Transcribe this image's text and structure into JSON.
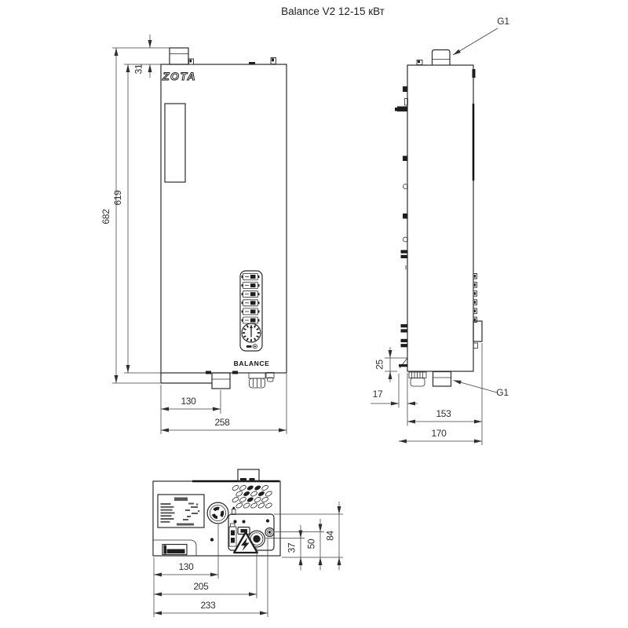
{
  "title": "Balance V2 12-15 кВт",
  "front_view": {
    "logo": "ZOTA",
    "panel_label": "BALANCE",
    "dimensions": {
      "stub_height": "31",
      "door_height": "619",
      "total_height": "682",
      "outlet_offset": "130",
      "width": "258"
    }
  },
  "side_view": {
    "top_port_label": "G1",
    "bottom_port_label": "G1",
    "dimensions": {
      "foot_height": "25",
      "bracket_depth": "17",
      "body_depth": "153",
      "total_depth": "170"
    }
  },
  "bottom_view": {
    "icons": {
      "warning": "lightning-triangle"
    },
    "dimensions": {
      "outlet_offset": "130",
      "power_socket_offset": "205",
      "aux_connector_offset": "233",
      "power_socket_height": "37",
      "aux_connector_height": "50",
      "panel_height": "84"
    }
  }
}
